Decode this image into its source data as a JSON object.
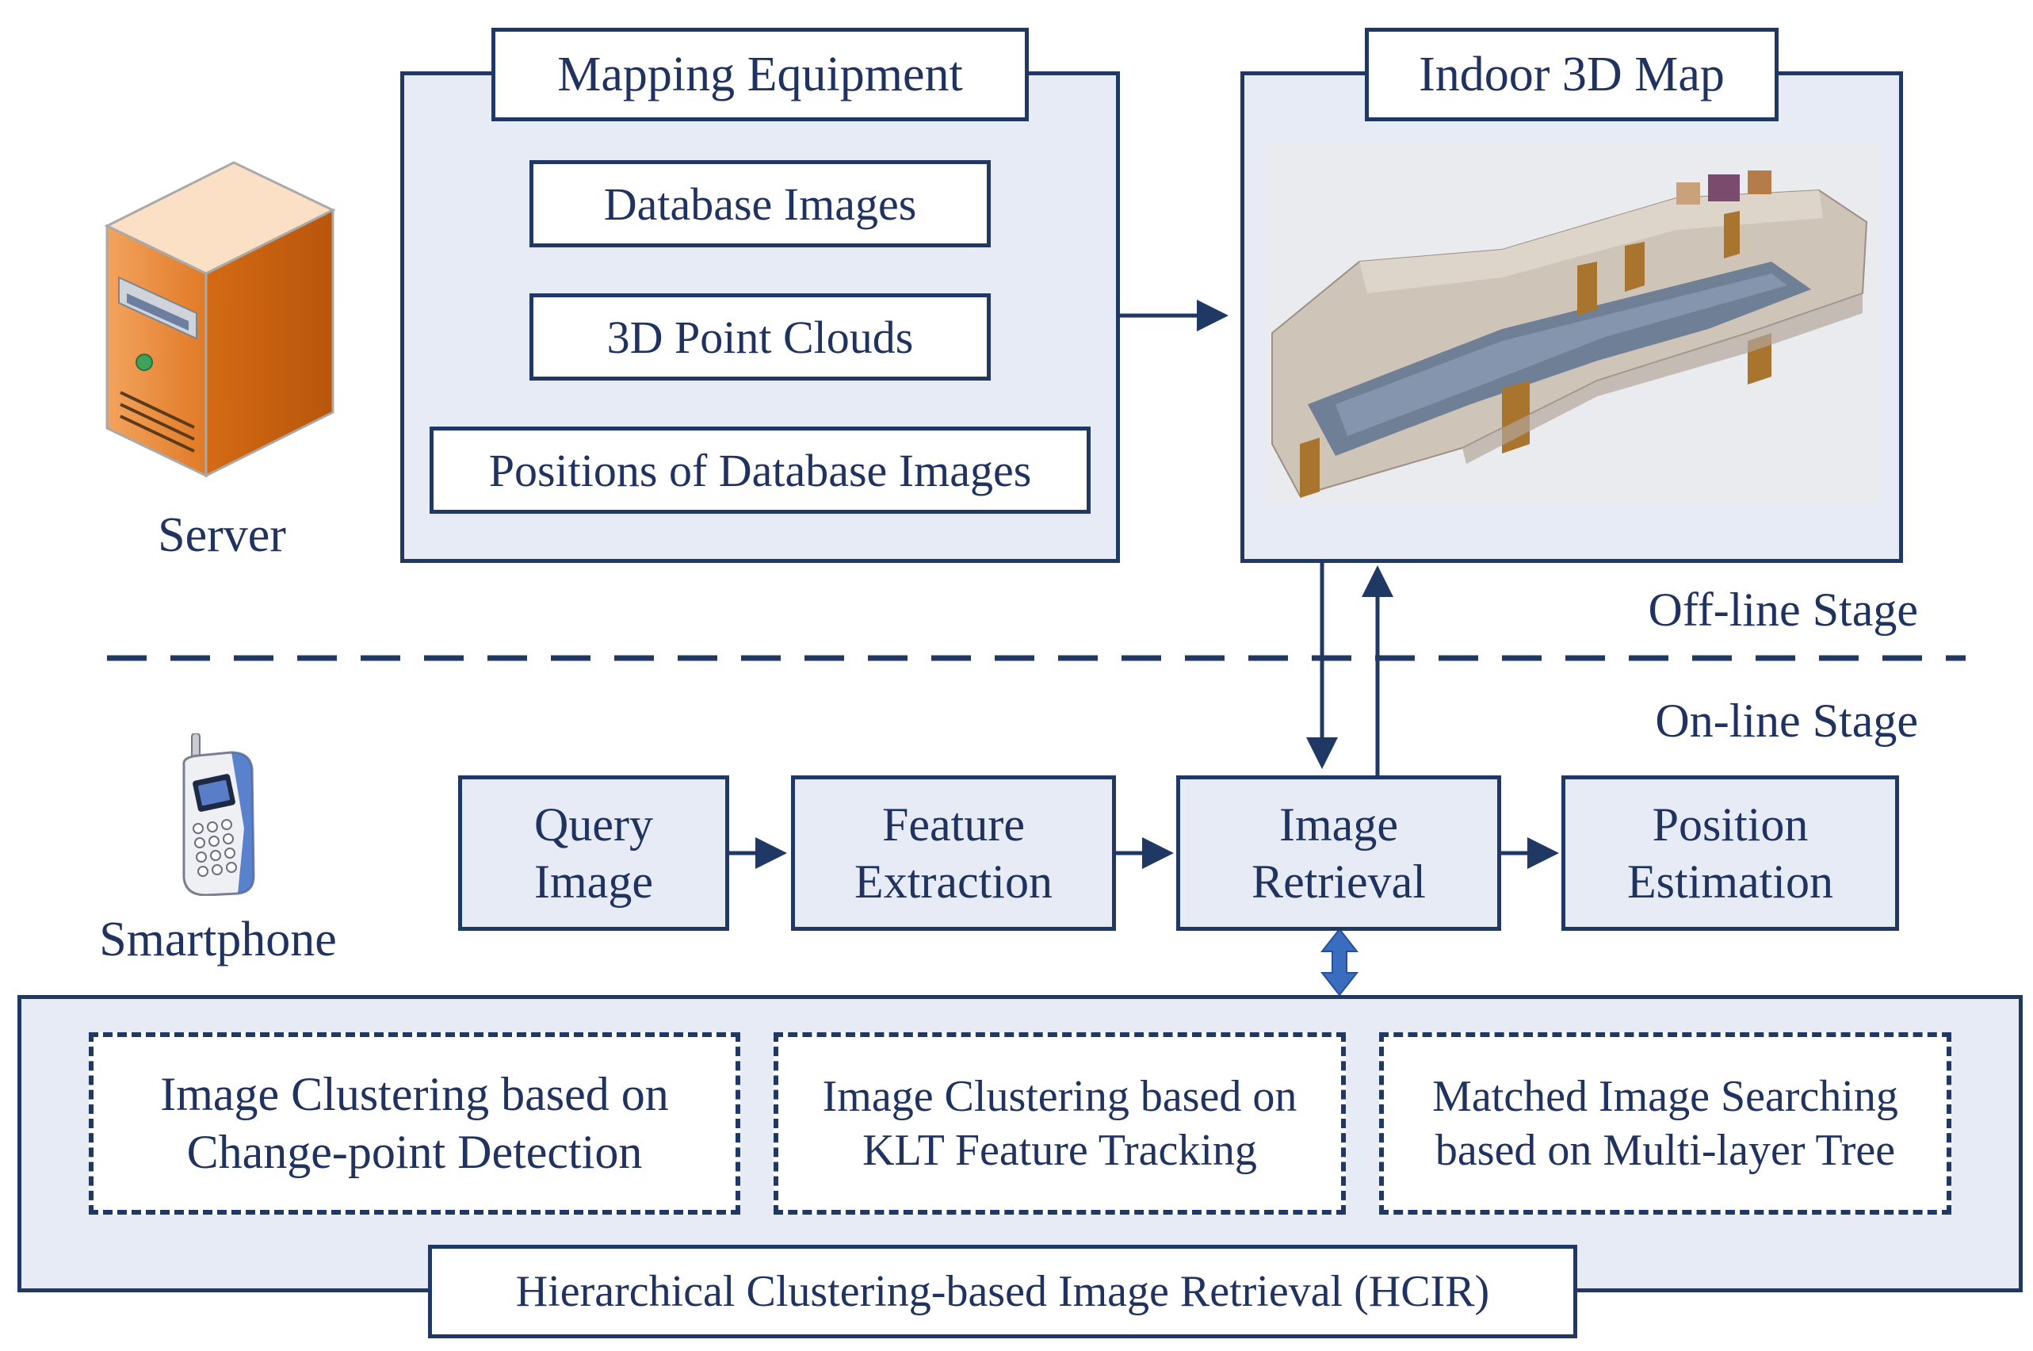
{
  "server": {
    "label": "Server",
    "icon": "server-icon"
  },
  "smartphone": {
    "label": "Smartphone",
    "icon": "smartphone-icon"
  },
  "mapping": {
    "title": "Mapping Equipment",
    "items": [
      "Database Images",
      "3D Point Clouds",
      "Positions of Database Images"
    ]
  },
  "map3d": {
    "title": "Indoor 3D Map",
    "image": "indoor-3d-map-image"
  },
  "stages": {
    "offline": "Off-line Stage",
    "online": "On-line Stage"
  },
  "pipeline": {
    "query": [
      "Query",
      "Image"
    ],
    "feature": [
      "Feature",
      "Extraction"
    ],
    "retrieval": [
      "Image",
      "Retrieval"
    ],
    "position": [
      "Position",
      "Estimation"
    ]
  },
  "hcir": {
    "title": "Hierarchical Clustering-based Image Retrieval (HCIR)",
    "modules": [
      [
        "Image Clustering based on",
        "Change-point Detection"
      ],
      [
        "Image Clustering based on",
        "KLT Feature Tracking"
      ],
      [
        "Matched Image Searching",
        "based on Multi-layer Tree"
      ]
    ]
  },
  "colors": {
    "navy": "#1f3864",
    "panel_fill": "#e6ebf5",
    "arrow_blue": "#2e5ca8"
  }
}
